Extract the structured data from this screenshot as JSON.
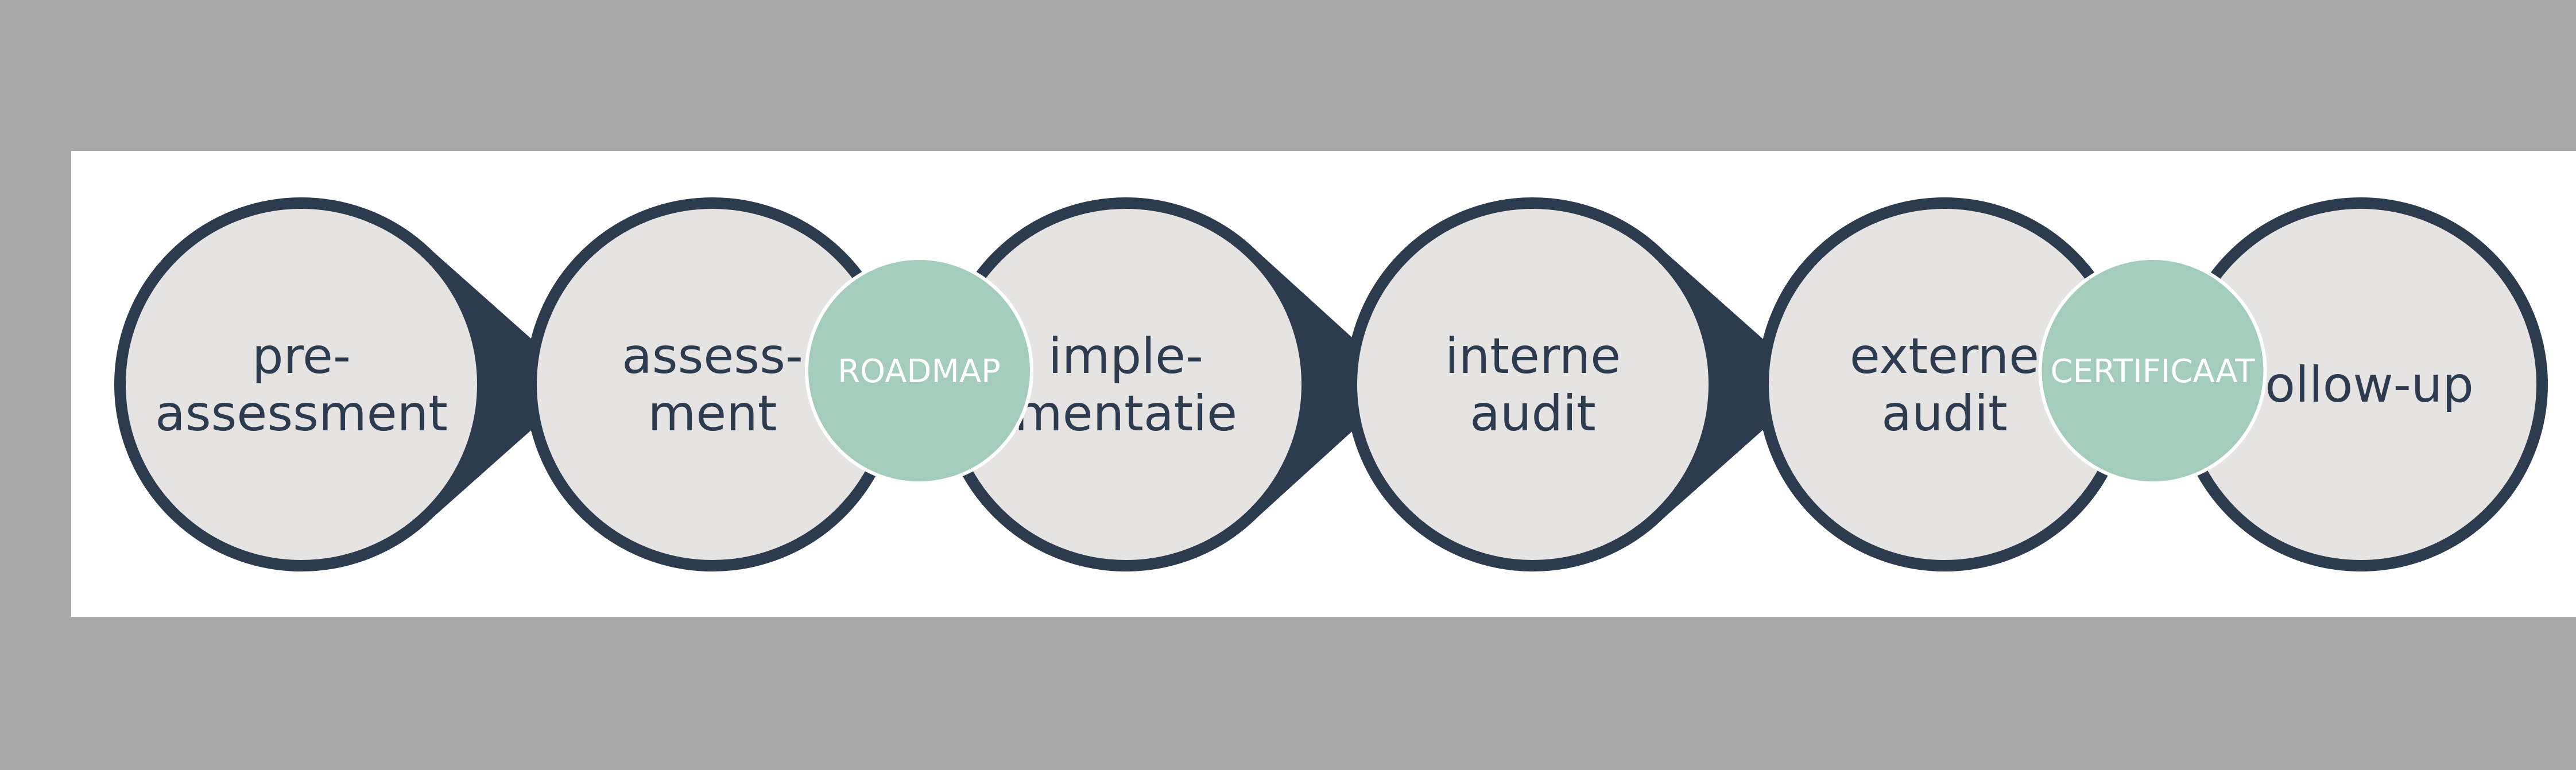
{
  "colors": {
    "outer_background": "#a9a9a9",
    "slide_background": "#ffffff",
    "step_fill": "#e6e4e3",
    "step_outline": "#2d3b4e",
    "label_text": "#2d3b4e",
    "milestone_fill": "#a3cdba",
    "milestone_text": "#ffffff"
  },
  "steps": [
    {
      "label_lines": [
        "pre-",
        "assessment"
      ]
    },
    {
      "label_lines": [
        "assess-",
        "ment"
      ]
    },
    {
      "label_lines": [
        "imple-",
        "mentatie"
      ]
    },
    {
      "label_lines": [
        "interne",
        "audit"
      ]
    },
    {
      "label_lines": [
        "externe",
        "audit"
      ]
    },
    {
      "label_lines": [
        "follow-up"
      ]
    }
  ],
  "milestones": [
    {
      "label": "ROADMAP",
      "between_steps": [
        2,
        3
      ]
    },
    {
      "label": "CERTIFICAAT",
      "between_steps": [
        5,
        6
      ]
    }
  ]
}
